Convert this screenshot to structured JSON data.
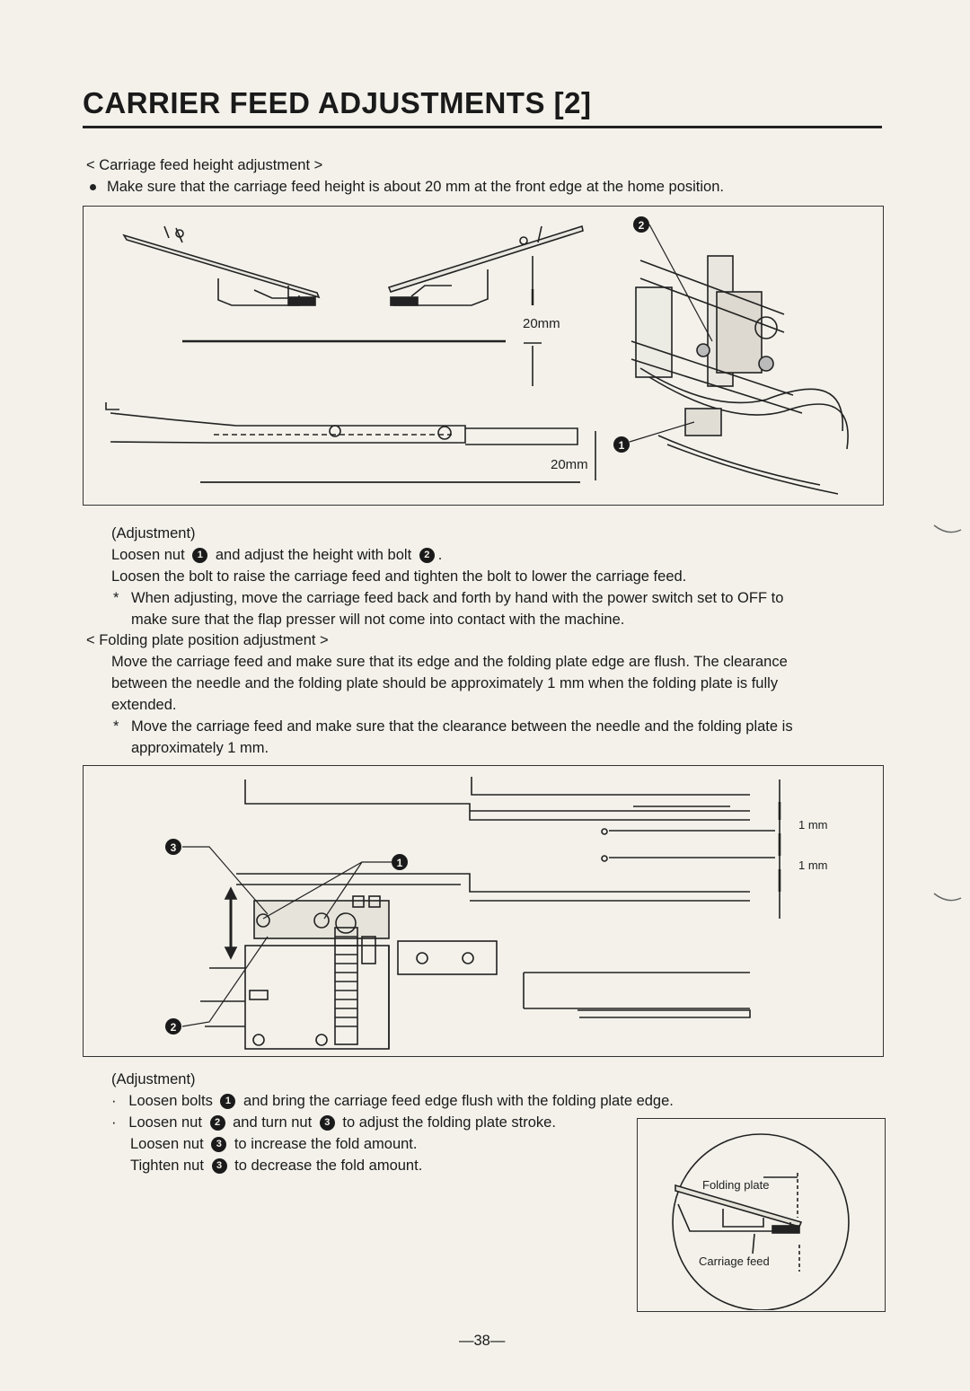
{
  "title": "CARRIER FEED ADJUSTMENTS [2]",
  "section1": {
    "heading": "< Carriage feed height adjustment >",
    "bullet": "Make sure that the carriage feed height is about 20 mm at the front edge at the home position."
  },
  "figure1": {
    "dim_upper": "20mm",
    "dim_lower": "20mm",
    "callout_1": "1",
    "callout_2": "2"
  },
  "adjust1": {
    "heading": "(Adjustment)",
    "line1_a": "Loosen nut",
    "line1_b": "and adjust the height with bolt",
    "line1_c": ".",
    "line2": "Loosen the bolt to raise the carriage feed and tighten the bolt to lower the carriage feed.",
    "note_star": "*",
    "note_line1": "When adjusting, move the carriage feed back and forth by hand with the power switch set to OFF to",
    "note_line2": "make sure that the flap presser will not come into contact with the machine."
  },
  "section2": {
    "heading": "< Folding plate position adjustment >",
    "line1": "Move the carriage feed and make sure that its edge and the folding plate edge are flush. The clearance",
    "line2": "between the needle and the folding plate should be approximately 1 mm when the folding plate is fully",
    "line3": "extended.",
    "note_star": "*",
    "note_line1": "Move the carriage feed and make sure that the clearance between the needle and the folding plate is",
    "note_line2": "approximately 1 mm."
  },
  "figure2": {
    "dim_a": "1 mm",
    "dim_b": "1 mm",
    "callout_1": "1",
    "callout_2": "2",
    "callout_3": "3"
  },
  "adjust2": {
    "heading": "(Adjustment)",
    "item1_a": "Loosen bolts",
    "item1_b": "and bring the carriage feed edge flush with the folding plate edge.",
    "item2_a": "Loosen nut",
    "item2_b": "and turn nut",
    "item2_c": "to adjust the folding plate stroke.",
    "item3_a": "Loosen nut",
    "item3_b": "to increase the fold amount.",
    "item4_a": "Tighten nut",
    "item4_b": "to decrease the fold amount.",
    "marker": "·"
  },
  "inset": {
    "label_top": "Folding plate",
    "label_bottom": "Carriage feed"
  },
  "page_number": "—38—"
}
